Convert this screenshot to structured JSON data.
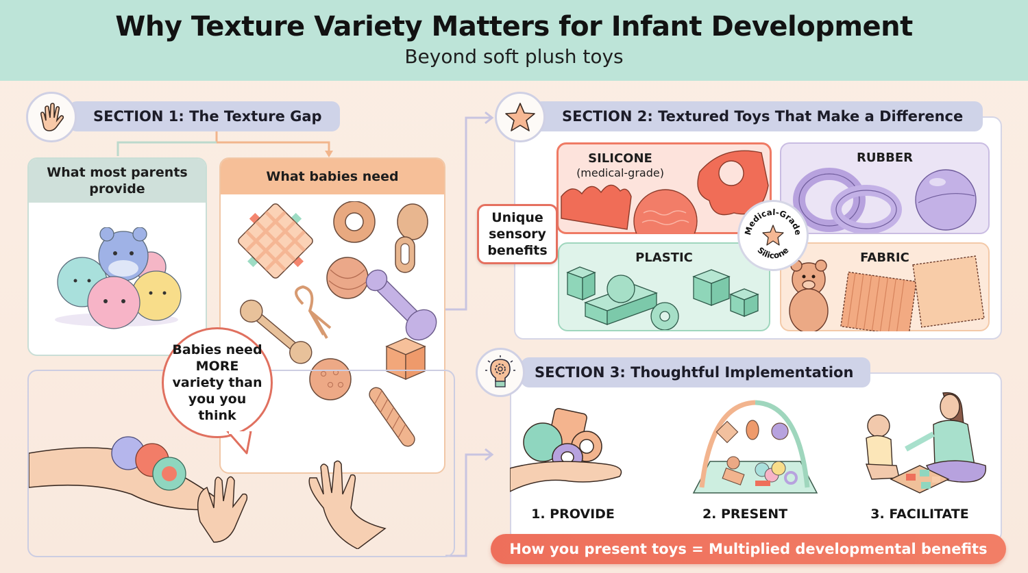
{
  "header": {
    "title": "Why Texture Variety Matters for Infant Development",
    "subtitle": "Beyond soft plush toys"
  },
  "section1": {
    "icon": "waving-hand-icon",
    "title": "SECTION 1: The Texture Gap",
    "left_panel": {
      "heading": "What most parents provide",
      "illustration": "pile of pastel plush toys"
    },
    "right_panel": {
      "heading": "What babies need",
      "items": [
        "taggy blanket",
        "wooden teether ring",
        "wooden rattle",
        "yarn ball",
        "wooden dumbbell",
        "rope knot",
        "silicone dumbbell",
        "spiky sensory ball",
        "block cube",
        "braided rope toy"
      ]
    },
    "speech_bubble": "Babies need MORE variety than you you think",
    "illustration": "adult hand offering textured toys to baby hands"
  },
  "section2": {
    "icon": "star-icon",
    "title": "SECTION 2: Textured Toys That Make a Difference",
    "callout": "Unique sensory benefits",
    "badge": {
      "top_text": "Medical-Grade",
      "bottom_text": "Silicone",
      "icon": "star-icon"
    },
    "materials": [
      {
        "label": "SILICONE",
        "sublabel": "(medical-grade)",
        "color": "#f4725c",
        "bg": "#fde3dc"
      },
      {
        "label": "RUBBER",
        "sublabel": "",
        "color": "#b9a5dd",
        "bg": "#ebe4f5"
      },
      {
        "label": "PLASTIC",
        "sublabel": "",
        "color": "#9fd6bd",
        "bg": "#dff3ea"
      },
      {
        "label": "FABRIC",
        "sublabel": "",
        "color": "#f1c2a0",
        "bg": "#fde9da"
      }
    ]
  },
  "section3": {
    "icon": "lightbulb-gear-icon",
    "title": "SECTION 3: Thoughtful Implementation",
    "steps": [
      {
        "label": "1. PROVIDE",
        "illustration": "hand holding textured toys"
      },
      {
        "label": "2. PRESENT",
        "illustration": "play gym with hanging toys"
      },
      {
        "label": "3. FACILITATE",
        "illustration": "parent playing with baby on sensory board"
      }
    ],
    "banner": "How you present toys = Multiplied developmental benefits"
  },
  "colors": {
    "header_bg": "#bde4d8",
    "page_bg": "#fbeee4",
    "pill_bg": "#cfd3e8",
    "accent_coral": "#ee6f5b",
    "connector": "#c8c4e0",
    "orange_connector": "#f1b58c"
  }
}
